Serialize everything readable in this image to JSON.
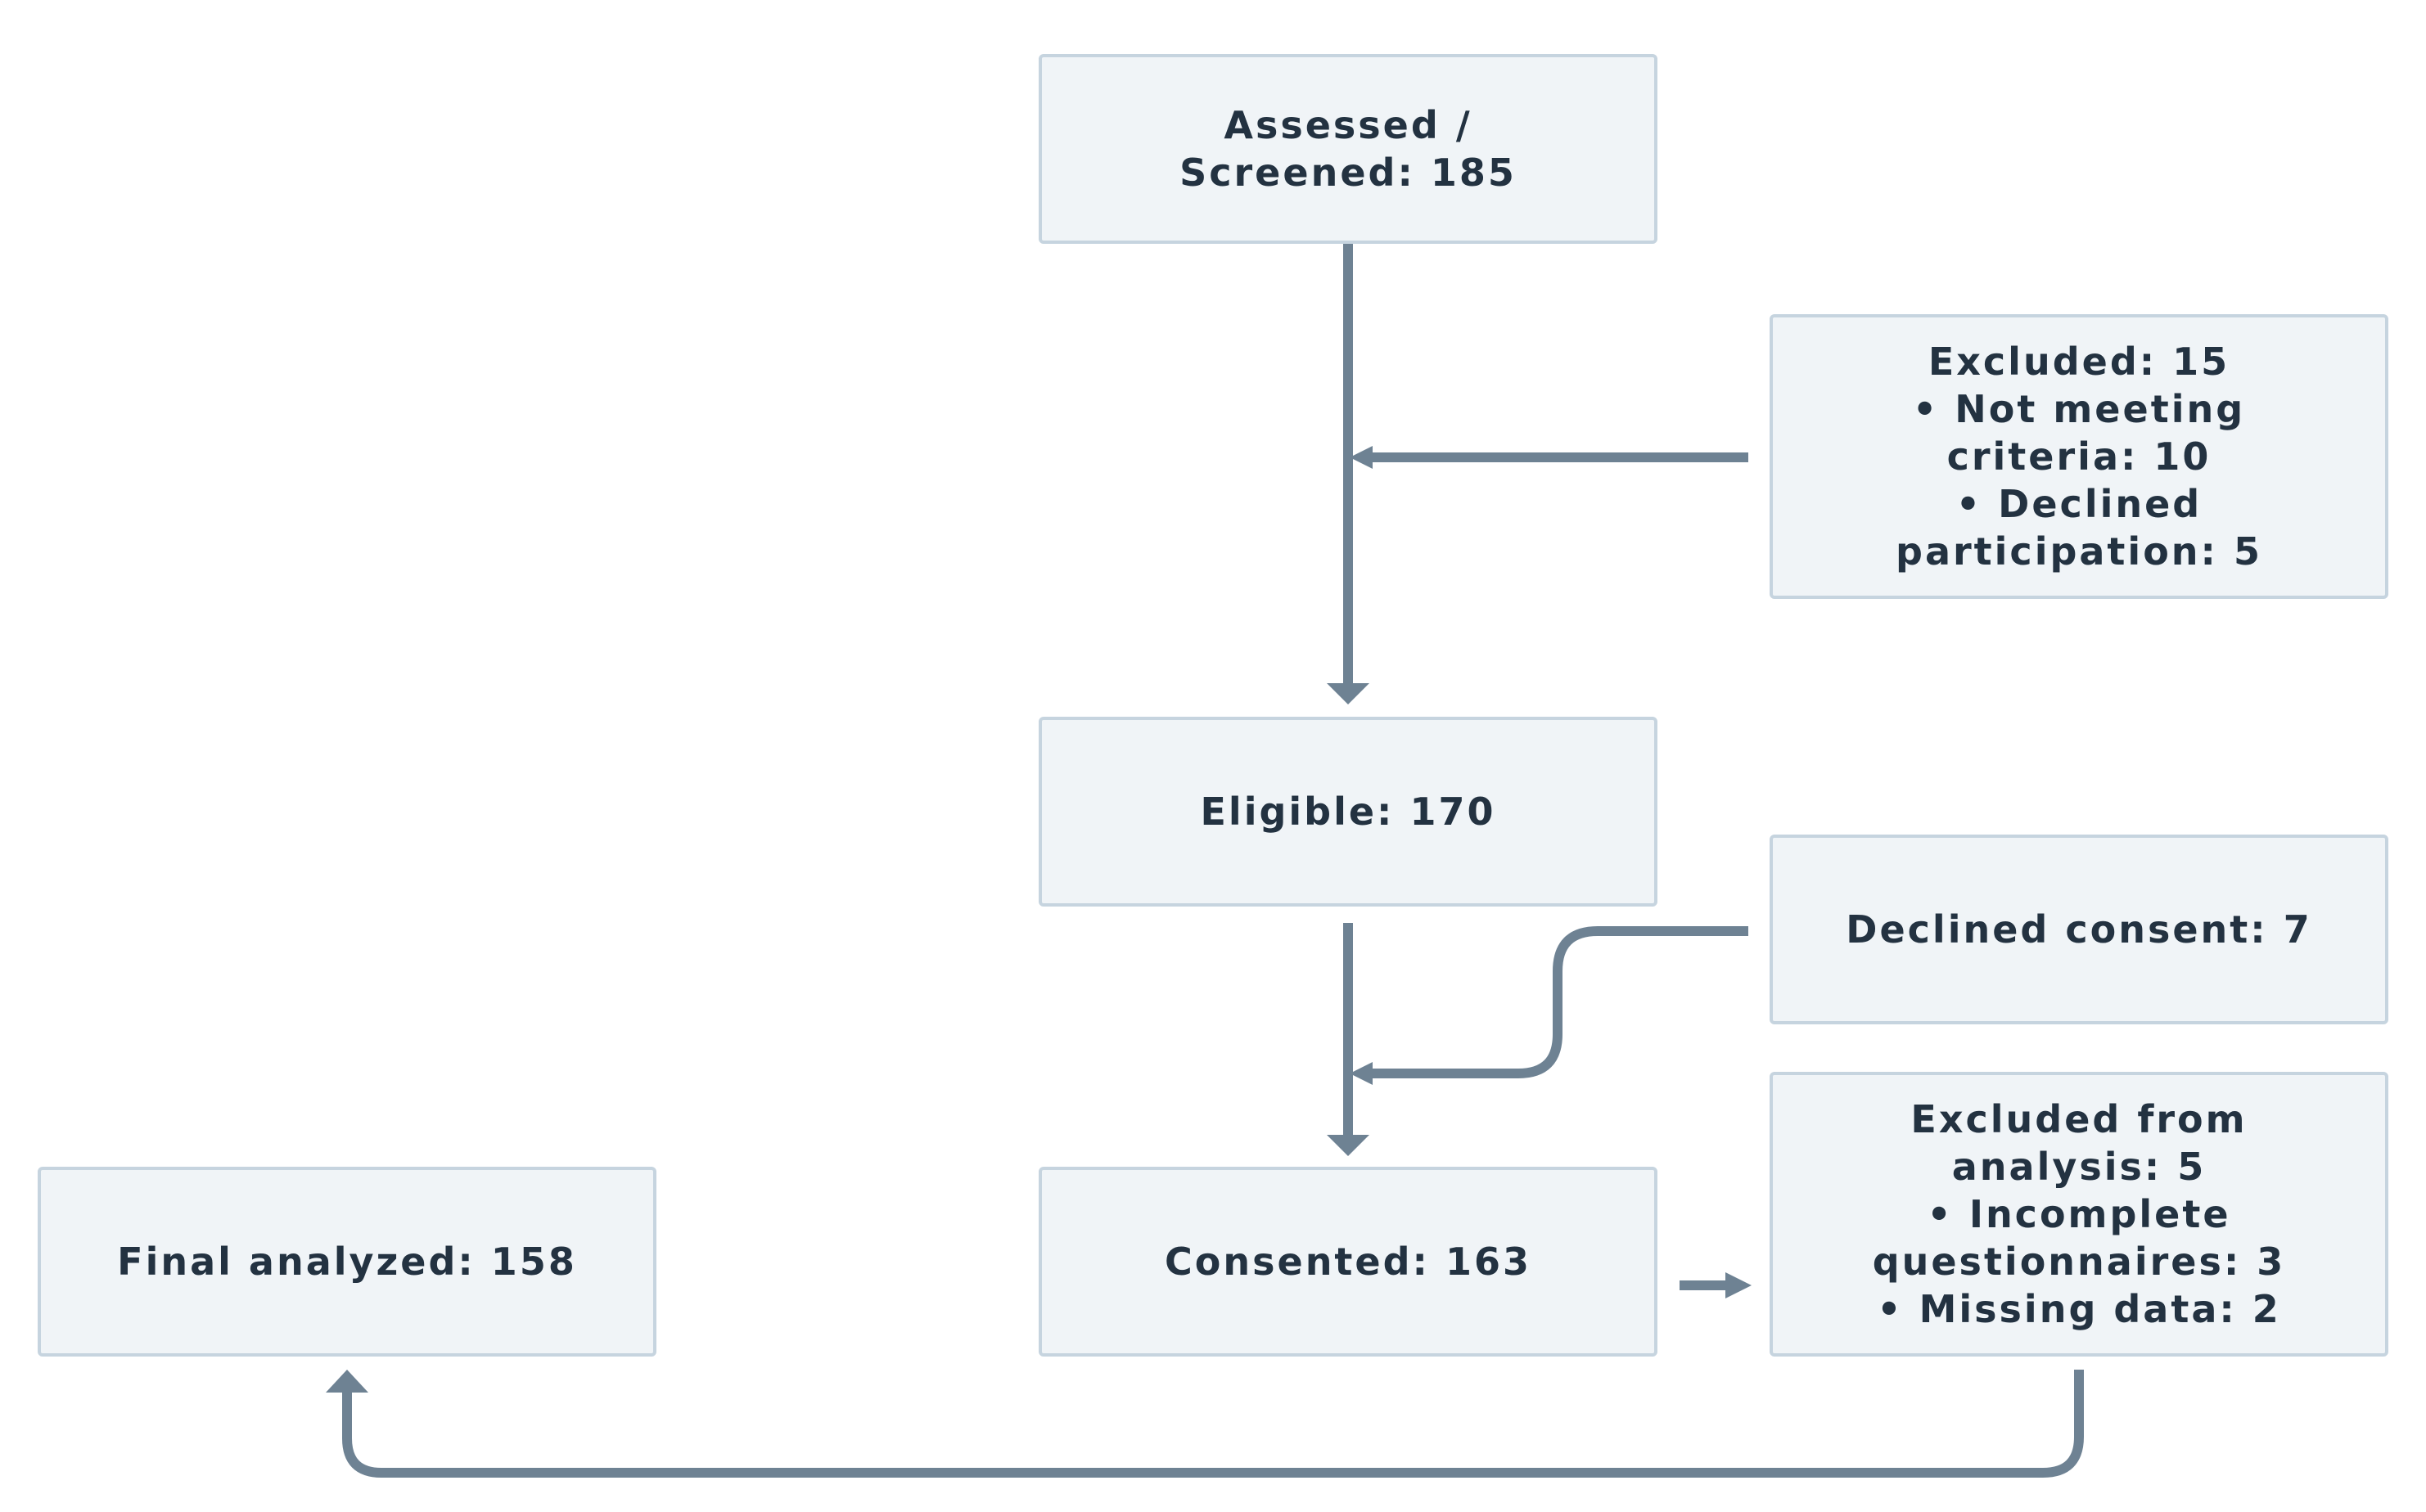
{
  "nodes": {
    "assessed": {
      "lines": [
        "Assessed /",
        "Screened: 185"
      ]
    },
    "excluded": {
      "lines": [
        "Excluded: 15",
        "• Not meeting",
        "criteria: 10",
        "• Declined",
        "participation: 5"
      ]
    },
    "eligible": {
      "lines": [
        "Eligible: 170"
      ]
    },
    "declined_consent": {
      "lines": [
        "Declined consent: 7"
      ]
    },
    "consented": {
      "lines": [
        "Consented: 163"
      ]
    },
    "excluded_analysis": {
      "lines": [
        "Excluded from",
        "analysis: 5",
        "• Incomplete",
        "questionnaires: 3",
        "• Missing data: 2"
      ]
    },
    "final": {
      "lines": [
        "Final analyzed: 158"
      ]
    }
  },
  "colors": {
    "box_fill": "#f0f4f7",
    "box_border": "#c6d4df",
    "text": "#233241",
    "connector": "#6e8293"
  }
}
